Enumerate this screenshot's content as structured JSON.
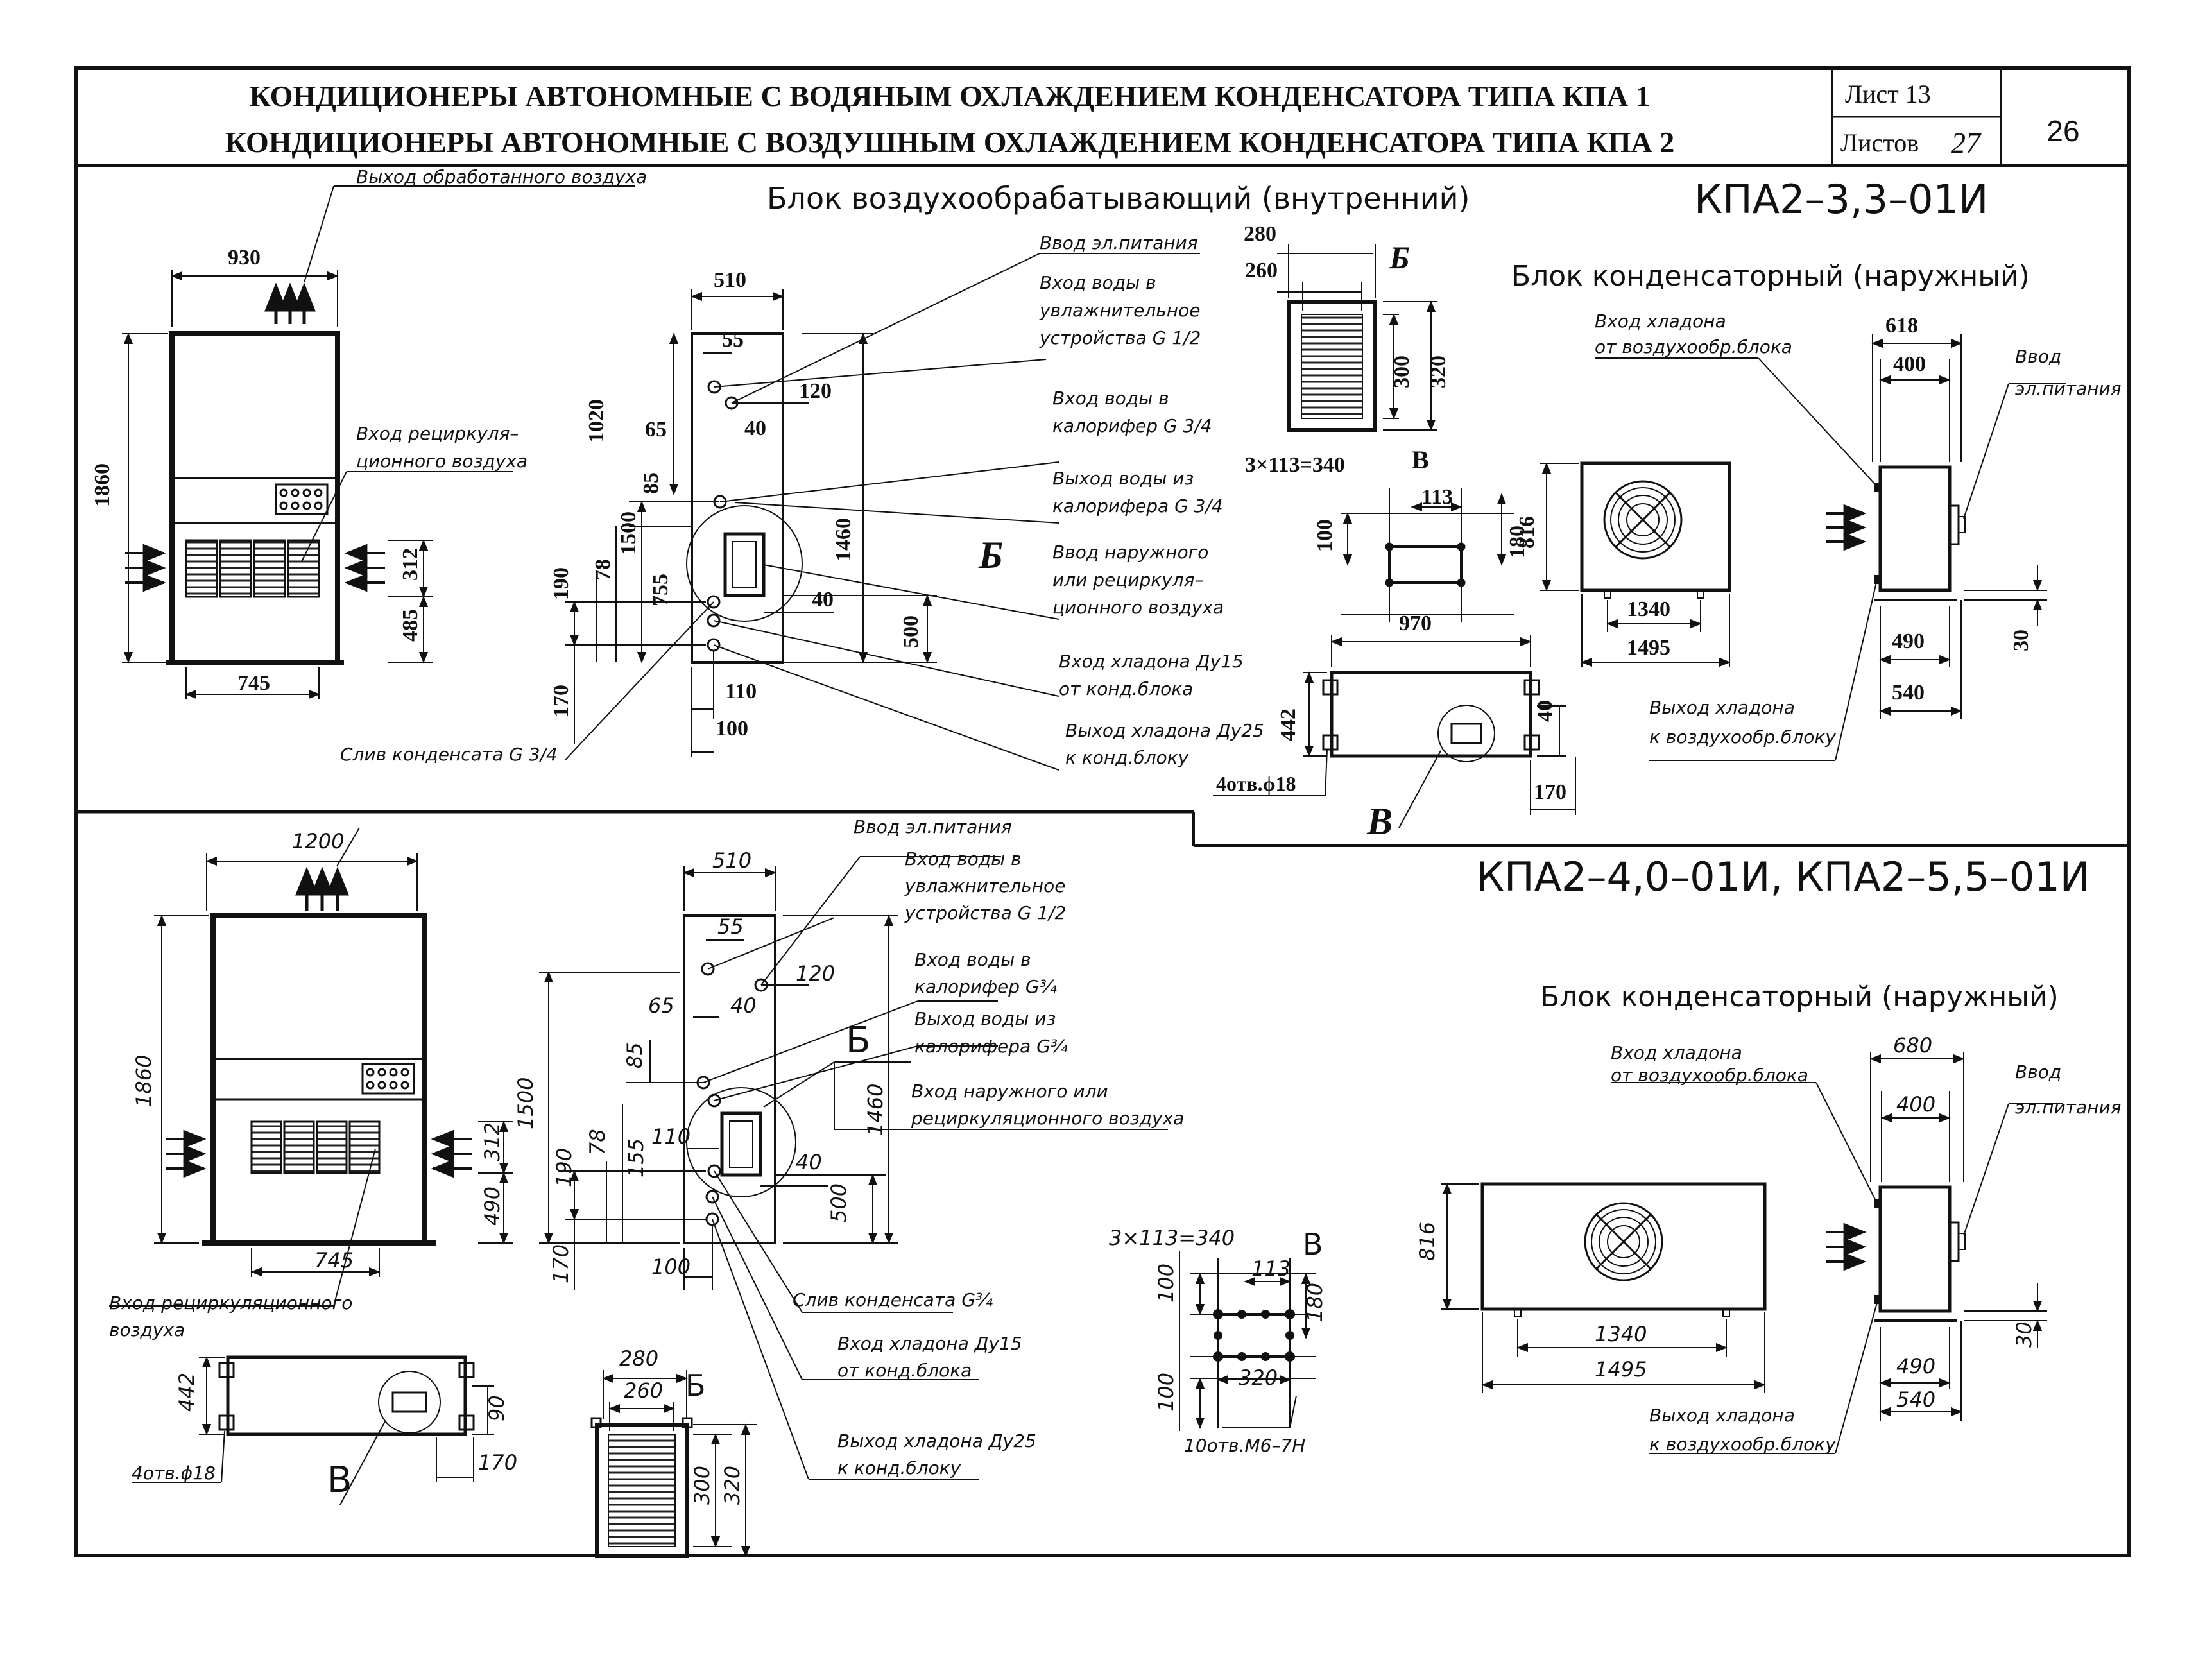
{
  "title_block": {
    "line1": "КОНДИЦИОНЕРЫ АВТОНОМНЫЕ С ВОДЯНЫМ ОХЛАЖДЕНИЕМ КОНДЕНСАТОРА ТИПА КПА 1",
    "line2": "КОНДИЦИОНЕРЫ АВТОНОМНЫЕ С ВОЗДУШНЫМ ОХЛАЖДЕНИЕМ КОНДЕНСАТОРА ТИПА КПА 2",
    "sheet_label": "Лист 13",
    "sheets_label": "Листов",
    "sheets_count": "27",
    "page_number": "26"
  },
  "section1": {
    "model": "КПА2–3,3–01И",
    "indoor_title": "Блок воздухообрабатывающий (внутренний)",
    "outdoor_title": "Блок конденсаторный (наружный)",
    "labels": {
      "air_out": "Выход обработанного воздуха",
      "recirc_in_1": "Вход рециркуля–",
      "recirc_in_2": "ционного воздуха",
      "power": "Ввод эл.питания",
      "hum_1": "Вход воды в",
      "hum_2": "увлажнительное",
      "hum_3": "устройства G 1/2",
      "heater_in_1": "Вход воды в",
      "heater_in_2": "калорифер G 3/4",
      "heater_out_1": "Выход воды из",
      "heater_out_2": "калорифера G 3/4",
      "outside_1": "Ввод наружного",
      "outside_2": "или рециркуля–",
      "outside_3": "ционного воздуха",
      "refr_in_1": "Вход хладона Ду15",
      "refr_in_2": "от конд.блока",
      "refr_out_1": "Выход хладона Ду25",
      "refr_out_2": "к конд.блоку",
      "drain": "Слив конденсата G 3/4",
      "cond_refr_in_1": "Вход хладона",
      "cond_refr_in_2": "от воздухообр.блока",
      "cond_power_1": "Ввод",
      "cond_power_2": "эл.питания",
      "cond_refr_out_1": "Выход хладона",
      "cond_refr_out_2": "к воздухообр.блоку",
      "holes": "4отв.ϕ18",
      "view_b": "Б",
      "view_v": "В"
    },
    "dims": {
      "w930": "930",
      "h1860": "1860",
      "w745": "745",
      "h312": "312",
      "h485": "485",
      "w510": "510",
      "d55": "55",
      "d120": "120",
      "d40a": "40",
      "d1020": "1020",
      "d65": "65",
      "d85": "85",
      "d1500": "1500",
      "d1460": "1460",
      "d190": "190",
      "d78": "78",
      "d755": "755",
      "d40b": "40",
      "d500": "500",
      "d110": "110",
      "d170": "170",
      "d100": "100",
      "b280": "280",
      "b260": "260",
      "b300": "300",
      "b320": "320",
      "v3x113": "3×113=340",
      "v113": "113",
      "v100": "100",
      "v180": "180",
      "f970": "970",
      "f442": "442",
      "f40": "40",
      "f170": "170",
      "c618": "618",
      "c400": "400",
      "c816": "816",
      "c1340": "1340",
      "c1495": "1495",
      "c490": "490",
      "c540": "540",
      "c30": "30"
    }
  },
  "section2": {
    "model": "КПА2–4,0–01И, КПА2–5,5–01И",
    "outdoor_title": "Блок конденсаторный (наружный)",
    "labels": {
      "power": "Ввод эл.питания",
      "hum_1": "Вход воды в",
      "hum_2": "увлажнительное",
      "hum_3": "устройства G 1/2",
      "heater_in_1": "Вход воды в",
      "heater_in_2": "калорифер G¾",
      "heater_out_1": "Выход воды из",
      "heater_out_2": "калорифера G¾",
      "outside_1": "Вход наружного или",
      "outside_2": "рециркуляционного воздуха",
      "drain": "Слив конденсата G¾",
      "refr_in_1": "Вход хладона Ду15",
      "refr_in_2": "от конд.блока",
      "refr_out_1": "Выход хладона Ду25",
      "refr_out_2": "к конд.блоку",
      "recirc_1": "Вход рециркуляционного",
      "recirc_2": "воздуха",
      "holes": "4отв.ϕ18",
      "view_b": "Б",
      "view_v": "В",
      "bolt_holes": "10отв.М6–7Н",
      "cond_refr_in_1": "Вход хладона",
      "cond_refr_in_2": "от воздухообр.блока",
      "cond_power_1": "Ввод",
      "cond_power_2": "эл.питания",
      "cond_refr_out_1": "Выход хладона",
      "cond_refr_out_2": "к воздухообр.блоку"
    },
    "dims": {
      "w1200": "1200",
      "h1860": "1860",
      "w745": "745",
      "h312": "312",
      "h490": "490",
      "w510": "510",
      "d55": "55",
      "d120": "120",
      "d40a": "40",
      "d65": "65",
      "d85": "85",
      "d1500": "1500",
      "d1460": "1460",
      "d190": "190",
      "d78": "78",
      "d155": "155",
      "d110": "110",
      "d40b": "40",
      "d500": "500",
      "d170": "170",
      "d100": "100",
      "f442": "442",
      "f90": "90",
      "f170": "170",
      "b280": "280",
      "b260": "260",
      "b300": "300",
      "b320": "320",
      "v3x113": "3×113=340",
      "v113": "113",
      "v100a": "100",
      "v180": "180",
      "v100b": "100",
      "v320": "320",
      "c680": "680",
      "c400": "400",
      "c816": "816",
      "c1340": "1340",
      "c1495": "1495",
      "c490": "490",
      "c540": "540",
      "c30": "30"
    }
  }
}
